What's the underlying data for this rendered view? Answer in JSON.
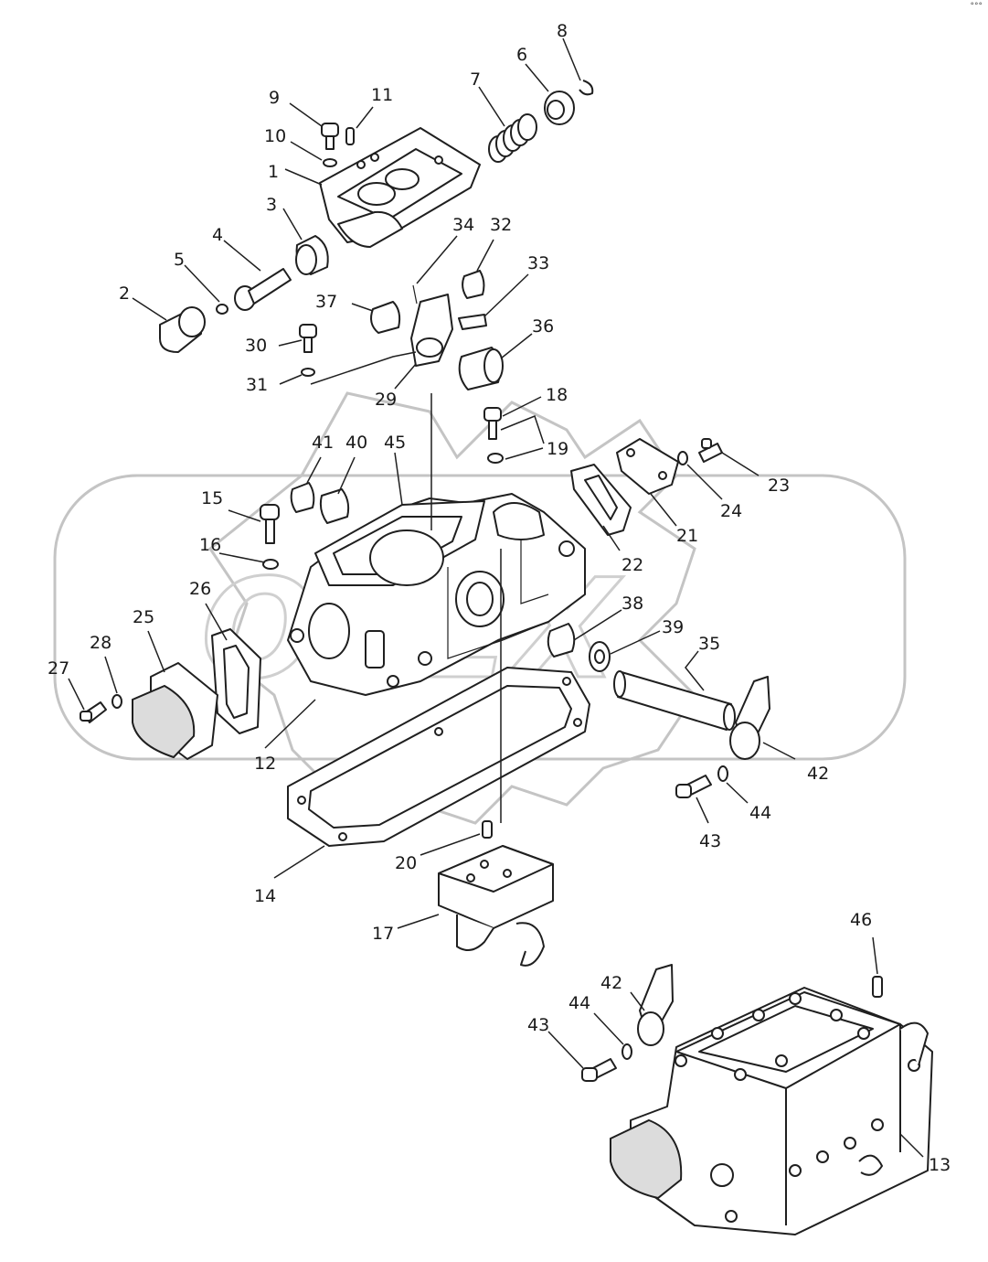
{
  "corner_mark": "°°°",
  "watermark": "OPEX",
  "labels": [
    "1",
    "2",
    "3",
    "4",
    "5",
    "6",
    "7",
    "8",
    "9",
    "10",
    "11",
    "12",
    "13",
    "14",
    "15",
    "16",
    "17",
    "18",
    "19",
    "20",
    "21",
    "22",
    "23",
    "24",
    "25",
    "26",
    "27",
    "28",
    "29",
    "30",
    "31",
    "32",
    "33",
    "34",
    "35",
    "36",
    "37",
    "38",
    "39",
    "40",
    "41",
    "42",
    "42",
    "43",
    "43",
    "44",
    "44",
    "45",
    "46"
  ]
}
